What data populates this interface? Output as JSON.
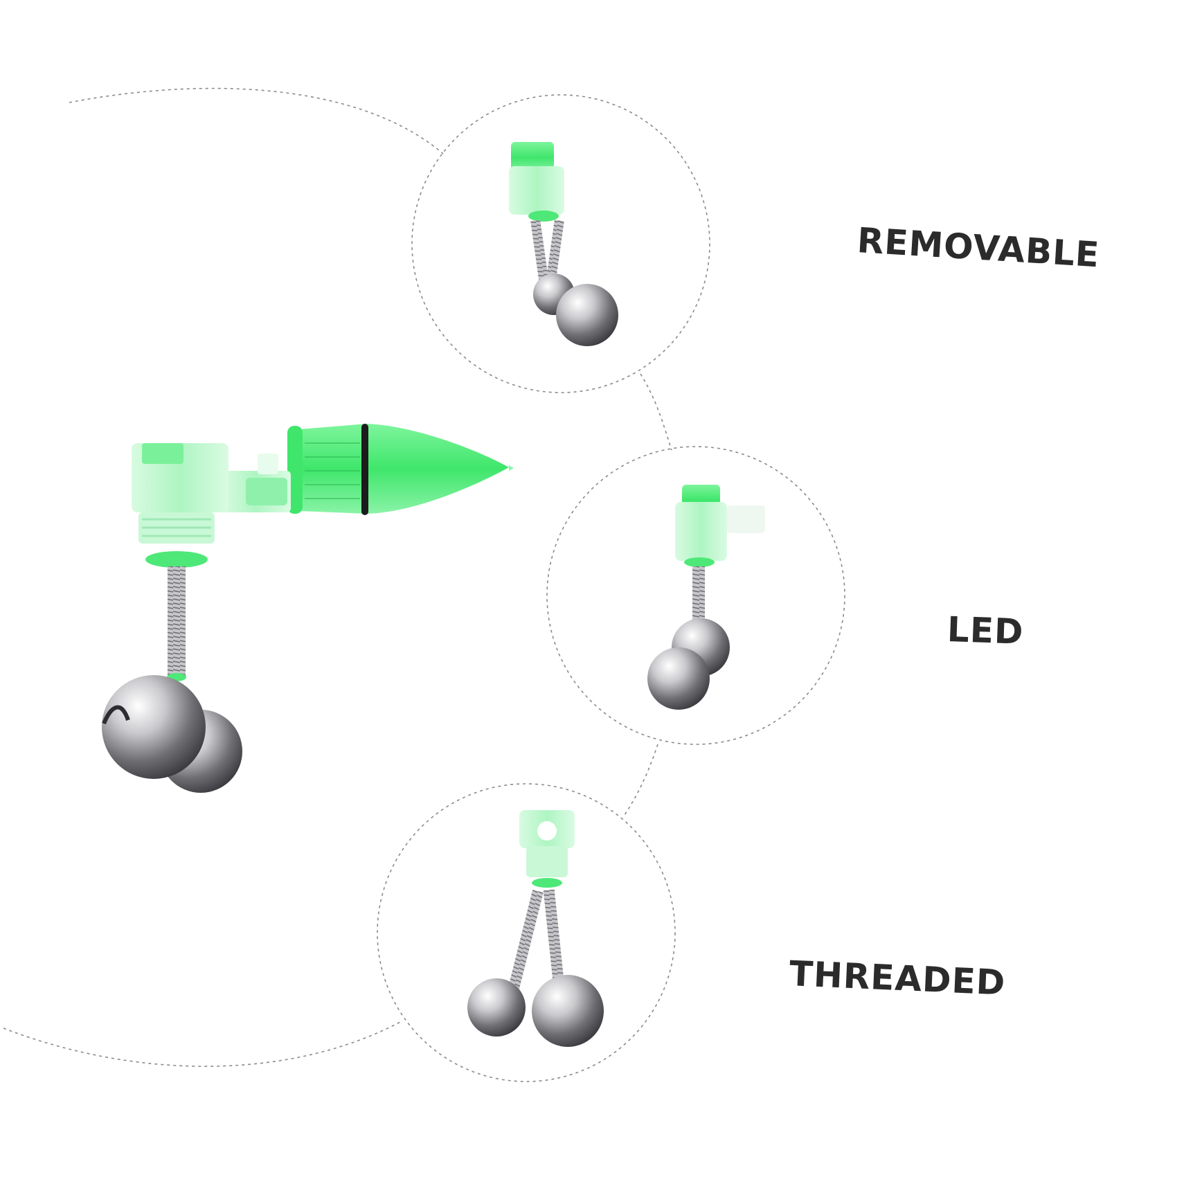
{
  "features": [
    {
      "id": "removable",
      "label": "REMOVABLE"
    },
    {
      "id": "led",
      "label": "LED"
    },
    {
      "id": "threaded",
      "label": "THREADED"
    }
  ],
  "colors": {
    "background": "#ffffff",
    "label_text": "#2b2b2b",
    "dashed_line": "#8a8a8a",
    "green_plastic": "#4cf07a",
    "green_light": "#b9f7c9",
    "metal": "#a9a9ad"
  },
  "icons": [
    "bell-alarm-led-image",
    "bell-clip-detail-image",
    "bell-led-detail-image",
    "bell-thread-detail-image"
  ]
}
